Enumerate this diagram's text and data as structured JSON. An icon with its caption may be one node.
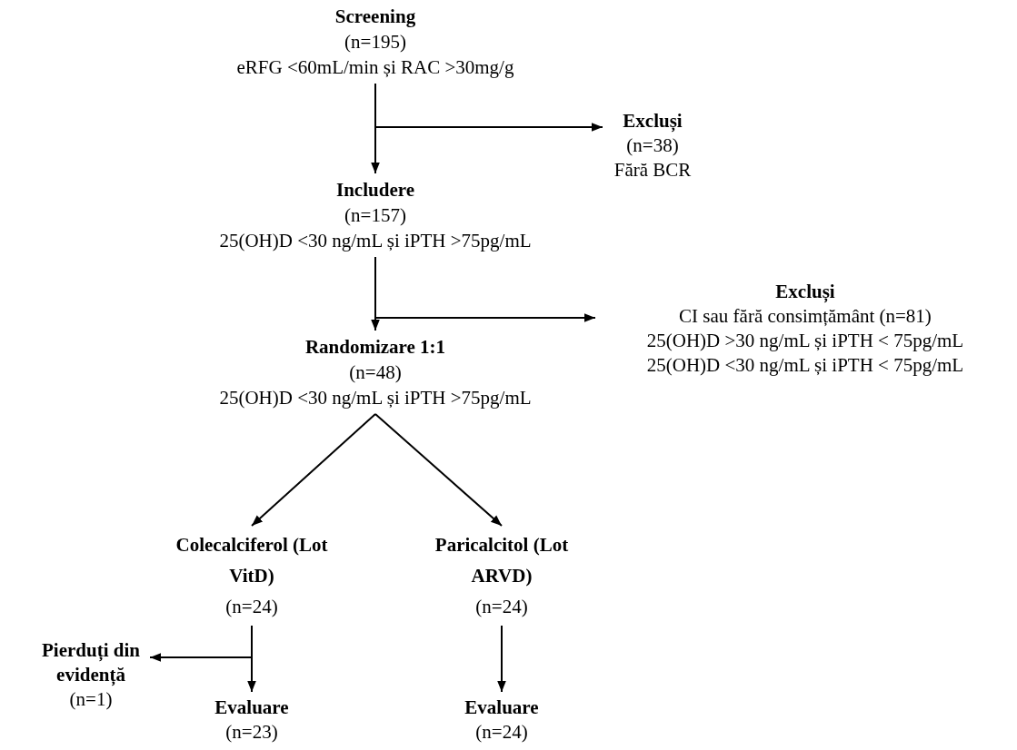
{
  "diagram": {
    "nodes": [
      {
        "text": [
          "Screening",
          "(n=195)",
          "eRFG <60mL/min și RAC >30mg/g"
        ]
      },
      {
        "text": [
          "Excluși",
          "(n=38)",
          "Fără BCR"
        ]
      },
      {
        "text": [
          "Includere",
          "(n=157)",
          "25(OH)D <30 ng/mL și iPTH >75pg/mL"
        ]
      },
      {
        "text": [
          "Excluși",
          "CI sau fără consimțământ (n=81)",
          "25(OH)D >30 ng/mL și iPTH < 75pg/mL",
          "25(OH)D <30 ng/mL și iPTH < 75pg/mL"
        ]
      },
      {
        "text": [
          "Randomizare 1:1",
          "(n=48)",
          "25(OH)D <30 ng/mL și iPTH >75pg/mL"
        ]
      },
      {
        "text": [
          "Colecalciferol (Lot VitD)",
          "(n=24)"
        ]
      },
      {
        "text": [
          "Paricalcitol (Lot ARVD)",
          "(n=24)"
        ]
      },
      {
        "text": [
          "Pierduți din evidență",
          "(n=1)"
        ]
      },
      {
        "text": [
          "Evaluare",
          "(n=23)"
        ]
      },
      {
        "text": [
          "Evaluare",
          "(n=24)"
        ]
      }
    ],
    "edges": [
      {
        "from": 0,
        "to": 2,
        "arrow": "to"
      },
      {
        "from": 0,
        "to": 1,
        "arrow": "to"
      },
      {
        "from": 2,
        "to": 4,
        "arrow": "to"
      },
      {
        "from": 2,
        "to": 3,
        "arrow": "to"
      },
      {
        "from": 4,
        "to": 5,
        "arrow": "to"
      },
      {
        "from": 4,
        "to": 6,
        "arrow": "to"
      },
      {
        "from": 5,
        "to": 8,
        "arrow": "to"
      },
      {
        "from": 5,
        "to": 7,
        "arrow": "to"
      },
      {
        "from": 6,
        "to": 9,
        "arrow": "to"
      }
    ]
  }
}
